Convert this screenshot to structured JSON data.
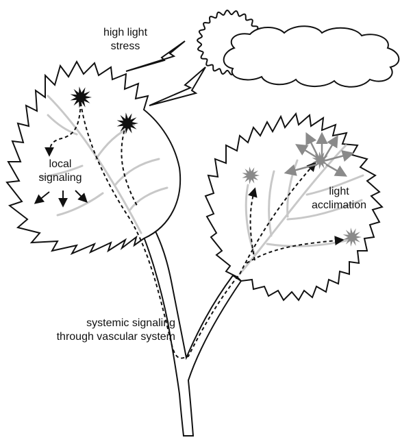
{
  "labels": {
    "high_light_stress": [
      "high light",
      "stress"
    ],
    "local_signaling": [
      "local",
      "signaling"
    ],
    "light_acclimation": [
      "light",
      "acclimation"
    ],
    "systemic_signaling": [
      "systemic signaling",
      "through vascular system"
    ]
  },
  "colors": {
    "outline": "#111111",
    "veins": "#c8c8c8",
    "dark_burst": "#111111",
    "grey_burst": "#8a8a8a",
    "grey_arrows": "#8a8a8a"
  }
}
